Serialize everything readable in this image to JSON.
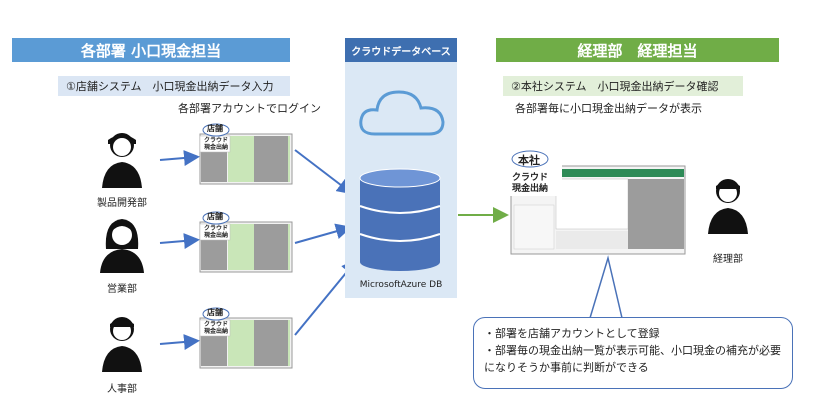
{
  "left_header": "各部署 小口現金担当",
  "left_sub": "①店舗システム　小口現金出納データ入力",
  "login_note": "各部署アカウントでログイン",
  "departments": [
    {
      "label": "製品開発部"
    },
    {
      "label": "営業部"
    },
    {
      "label": "人事部"
    }
  ],
  "shop_tag": "店舗",
  "shop_app": "クラウド\n現金出納",
  "cloud_header": "クラウドデータベース",
  "db_label": "MicrosoftAzure DB",
  "right_header": "経理部　経理担当",
  "right_sub": "②本社システム　小口現金出納データ確認",
  "right_note": "各部署毎に小口現金出納データが表示",
  "hq_tag": "本社",
  "hq_app_line1": "クラウド",
  "hq_app_line2": "現金出納",
  "accounting_label": "経理部",
  "callout": {
    "line1": "・部署を店舗アカウントとして登録",
    "line2": "・部署毎の現金出納一覧が表示可能、小口現金の補充が必要",
    "line3": "になりそうか事前に判断ができる"
  },
  "colors": {
    "blue_header": "#5b9bd5",
    "green_header": "#70ad47",
    "cloud_header": "#3e6fb0",
    "arrow_blue": "#4472c4",
    "arrow_green": "#70ad47"
  }
}
